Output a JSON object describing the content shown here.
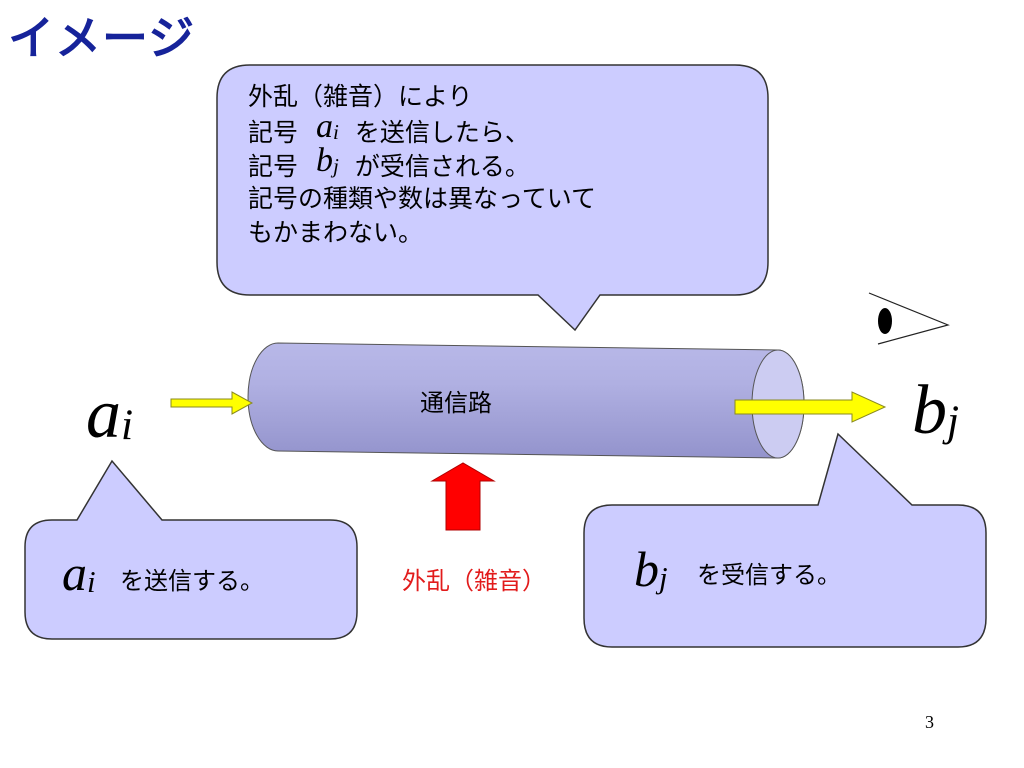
{
  "slide": {
    "title": "イメージ",
    "page_number": "3"
  },
  "callout_top": {
    "line1": "外乱（雑音）により",
    "line2_prefix": "記号",
    "line2_symbol": "a",
    "line2_sub": "i",
    "line2_suffix": "を送信したら、",
    "line3_prefix": "記号",
    "line3_symbol": "b",
    "line3_sub": "j",
    "line3_suffix": "が受信される。",
    "line4": "記号の種類や数は異なっていて",
    "line5": "もかまわない。"
  },
  "channel": {
    "label": "通信路"
  },
  "sender": {
    "symbol": "a",
    "sub": "i",
    "callout_symbol": "a",
    "callout_sub": "i",
    "callout_text": "を送信する。"
  },
  "receiver": {
    "symbol": "b",
    "sub": "j",
    "callout_symbol": "b",
    "callout_sub": "j",
    "callout_text": "を受信する。"
  },
  "noise": {
    "label": "外乱（雑音）"
  },
  "icons": {
    "eye": "eye-icon",
    "input_arrow": "arrow-right-icon",
    "output_arrow": "arrow-right-icon",
    "noise_arrow": "arrow-up-icon"
  },
  "colors": {
    "title": "#16239a",
    "callout_fill": "#ccccff",
    "channel_fill": "#b3b3e6",
    "arrow_yellow": "#ffff00",
    "noise_red": "#ff0000",
    "noise_text": "#e21b1b"
  }
}
